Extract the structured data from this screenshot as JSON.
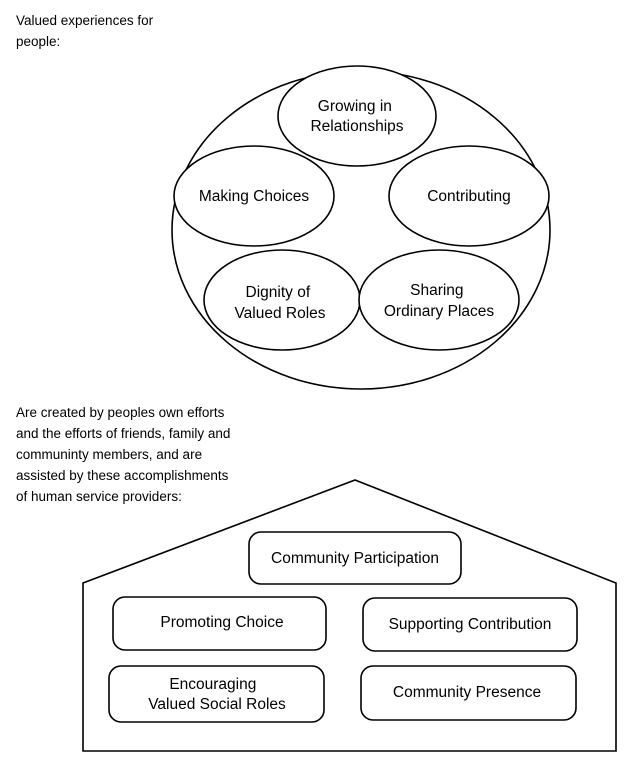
{
  "intro_caption": "Valued experiences for\npeople:",
  "experiences": [
    {
      "lines": [
        "Growing in",
        "Relationships"
      ]
    },
    {
      "lines": [
        "Making Choices"
      ]
    },
    {
      "lines": [
        "Contributing"
      ]
    },
    {
      "lines": [
        "Dignity of",
        "Valued Roles"
      ]
    },
    {
      "lines": [
        "Sharing",
        "Ordinary Places"
      ]
    }
  ],
  "middle_caption": "Are created by peoples own efforts\nand the efforts of friends,  family and\ncommuninty members, and are\nassisted by these accomplishments\nof human service providers:",
  "accomplishments": [
    {
      "lines": [
        "Community Participation"
      ]
    },
    {
      "lines": [
        "Promoting Choice"
      ]
    },
    {
      "lines": [
        "Supporting Contribution"
      ]
    },
    {
      "lines": [
        "Encouraging",
        "Valued Social Roles"
      ]
    },
    {
      "lines": [
        "Community Presence"
      ]
    }
  ]
}
